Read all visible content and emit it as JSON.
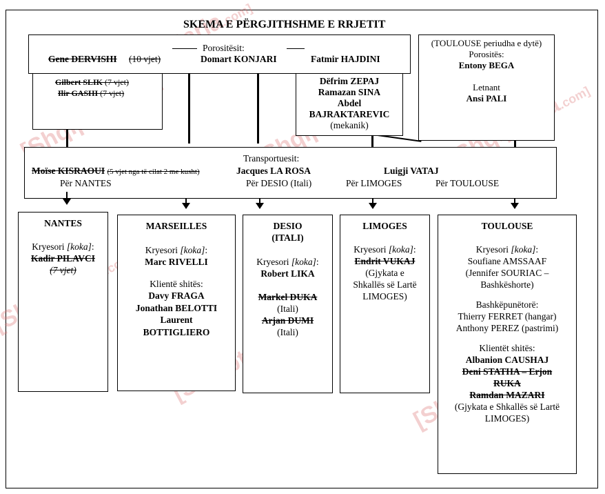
{
  "title": "SKEMA E PËRGJITHSHME E RRJETIT",
  "watermark": {
    "main": "[Shqiptaria",
    "suffix": ".com]"
  },
  "top": {
    "label": "Porositësit:",
    "gene": "Gene DERVISHI",
    "gene_age": "(10 vjet)",
    "domart": "Domart KONJARI",
    "fatmir": "Fatmir HAJDINI"
  },
  "left_small": {
    "line1_name": "Gilbert SLIK",
    "line1_age": "(7 vjet)",
    "line2_name": "Ilir GASHI",
    "line2_age": "(7 vjet)"
  },
  "mid_small": {
    "l1": "Dëfrim ZEPAJ",
    "l2": "Ramazan SINA",
    "l3": "Abdel",
    "l4": "BAJRAKTAREVIC",
    "l5": "(mekanik)"
  },
  "toulouse_top": {
    "l1": "(TOULOUSE periudha e dytë)",
    "l2": "Porositës:",
    "l3": "Entony BEGA",
    "l4": "Letnant",
    "l5": "Ansi PALI"
  },
  "transport": {
    "label": "Transportuesit:",
    "moise": "Moïse KISRAOUI",
    "moise_note": "(5 vjet nga të cilat 2 me kusht)",
    "jacques": "Jacques LA ROSA",
    "luigji": "Luigji VATAJ",
    "per_nantes": "Për NANTES",
    "per_desio": "Për DESIO (Itali)",
    "per_limoges": "Për LIMOGES",
    "per_toulouse": "Për TOULOUSE"
  },
  "nantes": {
    "title": "NANTES",
    "kry": "Kryesori ",
    "koka": "[koka]",
    "colon": ":",
    "name": "Kadir PILAVCI",
    "age": "(7 vjet)"
  },
  "marseilles": {
    "title": "MARSEILLES",
    "kry": "Kryesori ",
    "koka": "[koka]",
    "colon": ":",
    "name": "Marc RIVELLI",
    "clients_label": "Klientë shitës:",
    "c1": "Davy FRAGA",
    "c2": "Jonathan BELOTTI",
    "c3": "Laurent",
    "c4": "BOTTIGLIERO"
  },
  "desio": {
    "title1": "DESIO",
    "title2": "(ITALI)",
    "kry": "Kryesori ",
    "koka": "[koka]",
    "colon": ":",
    "name": "Robert LIKA",
    "m1": "Markel DUKA",
    "m1n": "(Itali)",
    "m2": "Arjan DUMI",
    "m2n": "(Itali)"
  },
  "limoges": {
    "title": "LIMOGES",
    "kry": "Kryesori ",
    "koka": "[koka]",
    "colon": ":",
    "name": "Endrit VUKAJ",
    "n1": "(Gjykata e",
    "n2": "Shkallës së Lartë",
    "n3": "LIMOGES)"
  },
  "toulouse": {
    "title": "TOULOUSE",
    "kry": "Kryesori ",
    "koka": "[koka]",
    "colon": ":",
    "name": "Soufiane AMSSAAF",
    "alias1": "(Jennifer SOURIAC –",
    "alias2": "Bashkëshorte)",
    "partners_label": "Bashkëpunëtorë:",
    "p1": "Thierry FERRET (hangar)",
    "p2": "Anthony PEREZ (pastrimi)",
    "clients_label": "Klientët shitës:",
    "c1": "Albanion CAUSHAJ",
    "c2": "Deni STATHA – Erjon",
    "c3": "RUKA",
    "c4": "Ramdan MAZARI",
    "c5": "(Gjykata e Shkallës së Lartë",
    "c6": "LIMOGES)"
  }
}
